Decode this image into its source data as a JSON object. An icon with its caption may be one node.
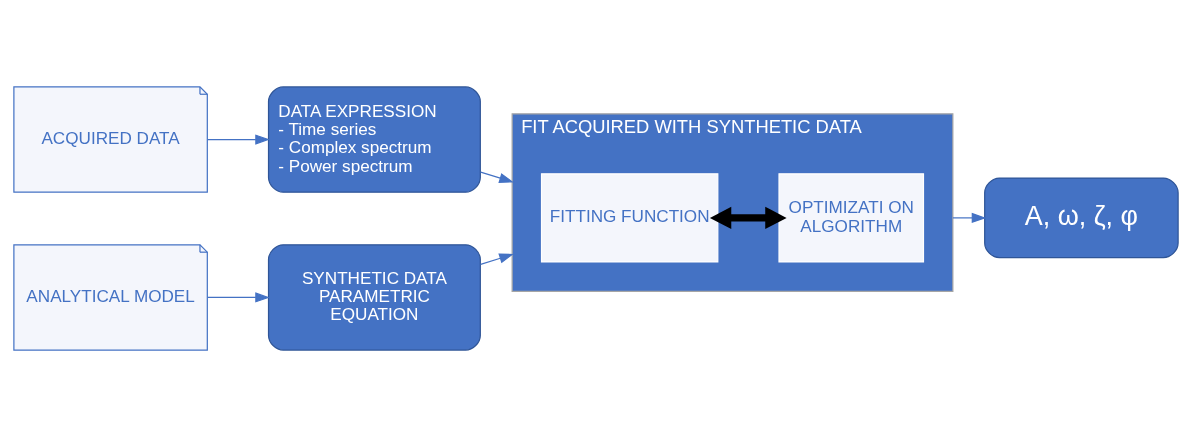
{
  "diagram": {
    "nodes": [
      {
        "text": [
          "ACQUIRED DATA"
        ]
      },
      {
        "text": [
          "DATA EXPRESSION",
          "- Time series",
          "- Complex spectrum",
          "- Power spectrum"
        ]
      },
      {
        "text": [
          "ANALYTICAL MODEL"
        ]
      },
      {
        "text": [
          "SYNTHETIC DATA PARAMETRIC EQUATION"
        ]
      },
      {
        "text": [
          "FIT ACQUIRED WITH SYNTHETIC DATA"
        ]
      },
      {
        "text": [
          "FITTING FUNCTION"
        ],
        "in": 4
      },
      {
        "text": [
          "OPTIMIZATI ON ALGORITHM"
        ],
        "in": 4
      },
      {
        "text": [
          "A, ω, ζ, φ"
        ]
      }
    ],
    "edges": [
      {
        "from": 0,
        "to": 1,
        "arrow": "to"
      },
      {
        "from": 2,
        "to": 3,
        "arrow": "to"
      },
      {
        "from": 1,
        "to": 4,
        "arrow": "to"
      },
      {
        "from": 3,
        "to": 4,
        "arrow": "to"
      },
      {
        "from": 5,
        "to": 6,
        "arrow": "both",
        "style": "thick",
        "color": "#000000"
      },
      {
        "from": 4,
        "to": 7,
        "arrow": "to"
      }
    ]
  }
}
